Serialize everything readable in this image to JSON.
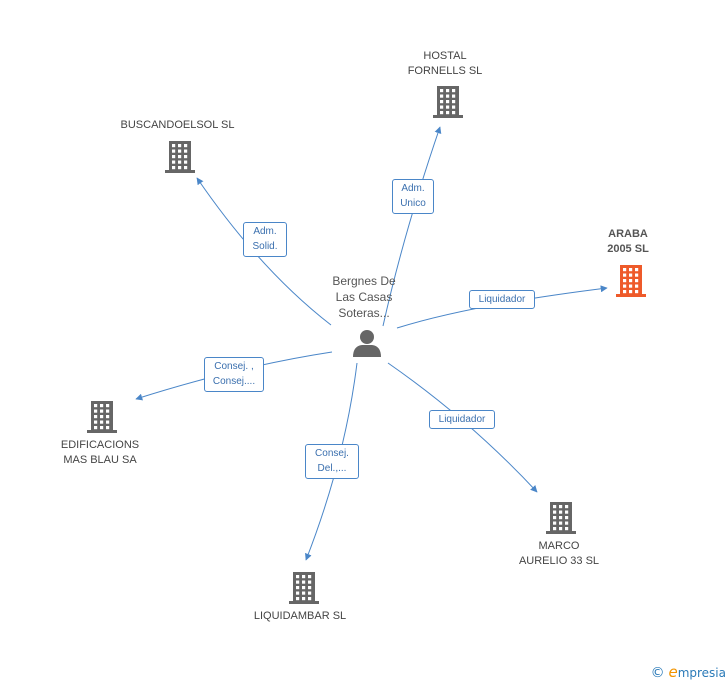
{
  "center": {
    "name": "Bergnes De\nLas Casas\nSoteras...",
    "icon": "person-icon"
  },
  "companies": [
    {
      "id": "hostal",
      "name": "HOSTAL\nFORNELLS SL",
      "icon": "building-icon",
      "color": "#666666"
    },
    {
      "id": "buscandoelsol",
      "name": "BUSCANDOELSOL SL",
      "icon": "building-icon",
      "color": "#666666"
    },
    {
      "id": "araba",
      "name": "ARABA\n2005 SL",
      "icon": "building-icon",
      "color": "#ee5a2a"
    },
    {
      "id": "edificacions",
      "name": "EDIFICACIONS\nMAS BLAU SA",
      "icon": "building-icon",
      "color": "#666666"
    },
    {
      "id": "marco",
      "name": "MARCO\nAURELIO 33 SL",
      "icon": "building-icon",
      "color": "#666666"
    },
    {
      "id": "liquidambar",
      "name": "LIQUIDAMBAR SL",
      "icon": "building-icon",
      "color": "#666666"
    }
  ],
  "relations": [
    {
      "target": "hostal",
      "label": "Adm.\nUnico"
    },
    {
      "target": "buscandoelsol",
      "label": "Adm.\nSolid."
    },
    {
      "target": "araba",
      "label": "Liquidador"
    },
    {
      "target": "edificacions",
      "label": "Consej. ,\nConsej...."
    },
    {
      "target": "marco",
      "label": "Liquidador"
    },
    {
      "target": "liquidambar",
      "label": "Consej.\nDel.,..."
    }
  ],
  "colors": {
    "edge": "#4a86c8",
    "highlight": "#ee5a2a"
  },
  "footer": {
    "copyright": "©",
    "brand_first": "e",
    "brand_rest": "mpresia"
  }
}
